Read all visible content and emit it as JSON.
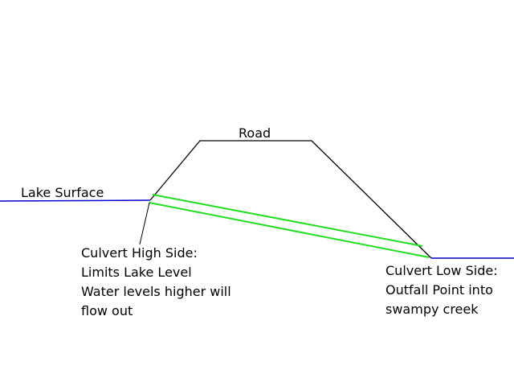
{
  "labels": {
    "road": "Road",
    "lake_surface": "Lake Surface",
    "high_side": [
      "Culvert High Side:",
      "Limits Lake Level",
      "Water levels higher will",
      "flow out"
    ],
    "low_side": [
      "Culvert Low Side:",
      "Outfall Point into",
      "swampy creek"
    ]
  },
  "colors": {
    "road_embankment": "#000000",
    "water": "#0000cc",
    "culvert": "#22dd22",
    "leader": "#000000",
    "text": "#000000",
    "background": "#ffffff"
  }
}
